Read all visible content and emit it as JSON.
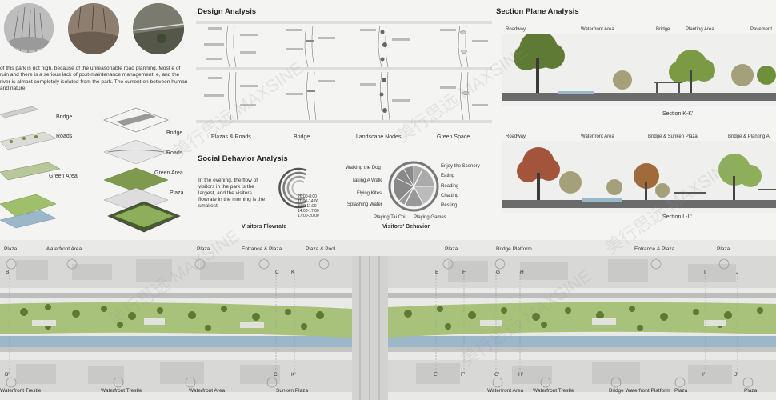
{
  "intro_text": "of this park is not high, because of the unreasonable road planning. Most e of ruin and there is a serious lack of post-maintenance management. e, and the river is almost completely isolated from the park. The current on between human and nature.",
  "axon_left": {
    "bridge": "Bridge",
    "roads": "Roads",
    "green_area": "Green Area"
  },
  "axon_mid": {
    "bridge": "Bridge",
    "roads": "Roads",
    "green_area": "Green Area",
    "plaza": "Plaza"
  },
  "design": {
    "title": "Design Analysis",
    "panels": [
      "Plazas & Roads",
      "Bridge",
      "Landscape Nodes",
      "Green Space"
    ]
  },
  "social": {
    "title": "Social Behavior Analysis",
    "text": "In the evening, the flow of visitors in the park is the largest, and the visitors flowrate in the morning is the smallest.",
    "times": [
      "20:00-8:00",
      "11:00-14:00",
      "8:00-11:00",
      "14:00-17:00",
      "17:00-20:00"
    ],
    "flowrate_label": "Visitors Flowrate",
    "behaviors_left": [
      "Walking the Dog",
      "Taking A Walk",
      "Flying Kites",
      "Splashing Water"
    ],
    "behaviors_right": [
      "Enjoy the Scenery",
      "Eating",
      "Reading",
      "Chatting",
      "Resting"
    ],
    "behaviors_bottom": [
      "Playing Tai Chi",
      "Playing Games"
    ],
    "behavior_label": "Visitors' Behavior"
  },
  "section": {
    "title": "Section Plane Analysis",
    "kk_labels": [
      "Roadway",
      "Waterfront Area",
      "Bridge",
      "Planting Area",
      "Pavement"
    ],
    "kk_caption": "Section K-K'",
    "ll_labels": [
      "Roadway",
      "Waterfront Area",
      "Bridge & Sunken Plaza",
      "Bridge & Planting A"
    ],
    "ll_caption": "Section L-L'"
  },
  "map": {
    "top_labels": [
      "Plaza",
      "Waterfront Area",
      "Plaza",
      "Entrance & Plaza",
      "Plaza & Pool",
      "Plaza",
      "Bridge Platform",
      "Entrance & Plaza",
      "Plaza"
    ],
    "bottom_labels": [
      "Waterfront Trestle",
      "Waterfront Trestle",
      "Waterfront Area",
      "Sunken Plaza",
      "Waterfront Area",
      "Waterfront Trestle",
      "Bridge Waterfront Platform",
      "Plaza"
    ],
    "section_marks_top": [
      "B",
      "C",
      "K",
      "E",
      "F",
      "G",
      "H",
      "I",
      "J"
    ],
    "section_marks_bottom": [
      "B'",
      "C'",
      "K'",
      "E'",
      "F'",
      "G'",
      "H'",
      "I'",
      "J'"
    ]
  },
  "watermark": "美行思远 MAXSINE",
  "colors": {
    "green": "#6f8f3c",
    "light_green": "#9fbf6a",
    "water": "#9bb7c9",
    "gray": "#9a9a9a"
  }
}
